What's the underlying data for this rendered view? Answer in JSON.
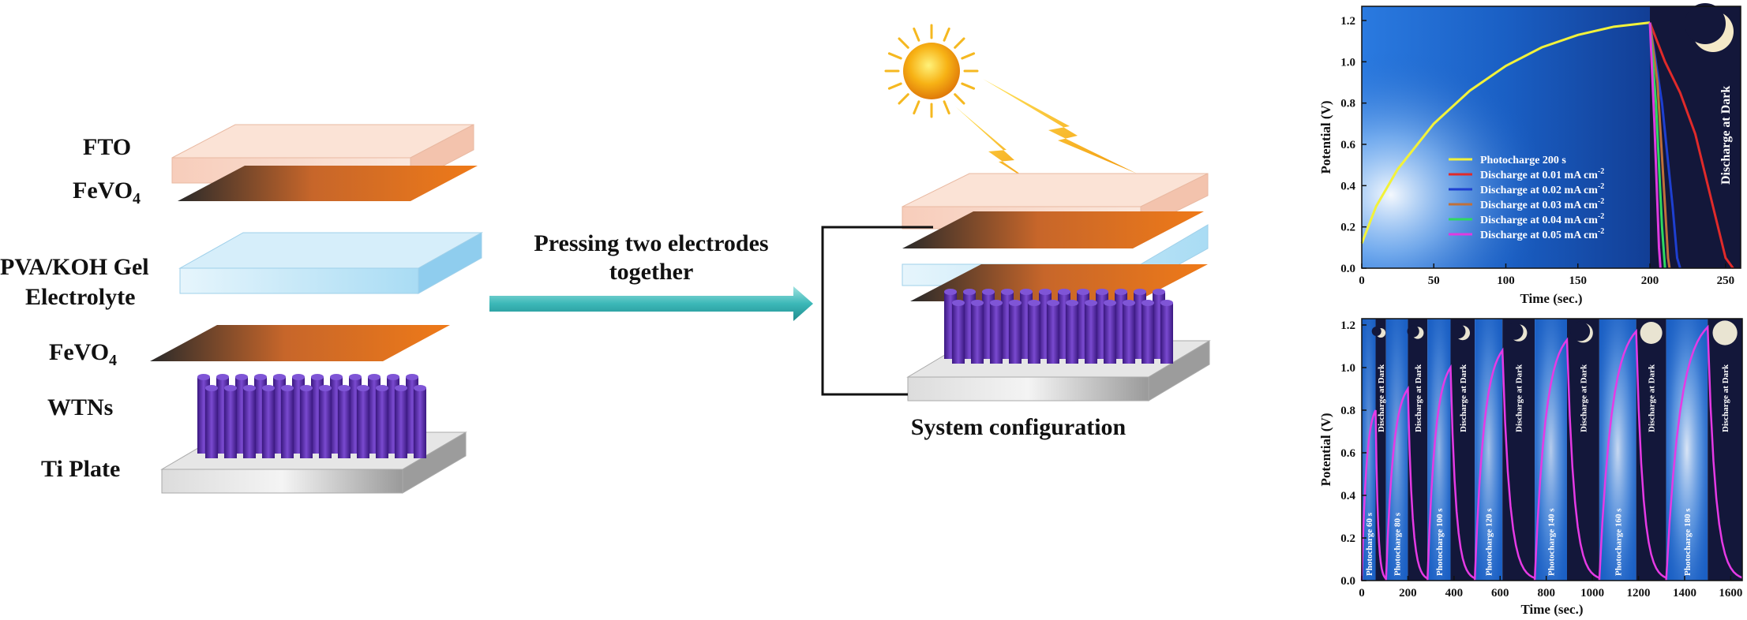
{
  "layers": {
    "fto": "FTO",
    "fevo4_top": "FeVO",
    "fevo4_top_sub": "4",
    "gel_line1": "PVA/KOH Gel",
    "gel_line2": "Electrolyte",
    "fevo4_bottom": "FeVO",
    "fevo4_bottom_sub": "4",
    "wtns": "WTNs",
    "ti_plate": "Ti Plate"
  },
  "arrow_caption": {
    "line1": "Pressing two electrodes",
    "line2": "together"
  },
  "system_caption": "System configuration",
  "colors": {
    "fto": "#f6d0c0",
    "fevo4": "#e8741f",
    "gel": "#bfe4f6",
    "wtns": "#5a2aa8",
    "ti": "#cfcfcf",
    "arrow": "#3cb8b8",
    "sun": "#f7b215",
    "sky": "#1a5fc4",
    "night": "#13173a"
  },
  "chart_data": [
    {
      "type": "line",
      "xlabel": "Time (sec.)",
      "ylabel": "Potential (V)",
      "xlim": [
        0,
        260
      ],
      "ylim": [
        0,
        1.2
      ],
      "xticks": [
        "0",
        "50",
        "100",
        "150",
        "200",
        "250"
      ],
      "yticks": [
        "0.0",
        "0.2",
        "0.4",
        "0.6",
        "0.8",
        "1.0",
        "1.2"
      ],
      "dark_label": "Discharge at Dark",
      "legend_placement": "lower-center",
      "series": [
        {
          "name": "Photocharge 200 s",
          "color": "#f2f23a",
          "x": [
            0,
            10,
            25,
            50,
            75,
            100,
            125,
            150,
            175,
            200
          ],
          "y": [
            0.12,
            0.3,
            0.48,
            0.7,
            0.86,
            0.98,
            1.07,
            1.13,
            1.17,
            1.19
          ]
        },
        {
          "name": "Discharge at 0.01 mA cm",
          "sup": "-2",
          "color": "#e02a2a",
          "x": [
            200,
            210,
            220,
            230,
            240,
            250,
            255
          ],
          "y": [
            1.19,
            1.0,
            0.85,
            0.65,
            0.35,
            0.05,
            0.0
          ]
        },
        {
          "name": "Discharge at 0.02 mA cm",
          "sup": "-2",
          "color": "#1e3fd0",
          "x": [
            200,
            208,
            215,
            218,
            220
          ],
          "y": [
            1.19,
            0.8,
            0.3,
            0.05,
            0.0
          ]
        },
        {
          "name": "Discharge at 0.03 mA cm",
          "sup": "-2",
          "color": "#c0703a",
          "x": [
            200,
            205,
            210,
            212,
            213
          ],
          "y": [
            1.19,
            0.9,
            0.3,
            0.05,
            0.0
          ]
        },
        {
          "name": "Discharge at 0.04 mA cm",
          "sup": "-2",
          "color": "#2ed860",
          "x": [
            200,
            204,
            208,
            210
          ],
          "y": [
            1.19,
            0.8,
            0.2,
            0.0
          ]
        },
        {
          "name": "Discharge at 0.05 mA cm",
          "sup": "-2",
          "color": "#e03ae0",
          "x": [
            200,
            203,
            206,
            207
          ],
          "y": [
            1.19,
            0.7,
            0.1,
            0.0
          ]
        }
      ]
    },
    {
      "type": "line",
      "xlabel": "Time (sec.)",
      "ylabel": "Potential (V)",
      "xlim": [
        0,
        1650
      ],
      "ylim": [
        0,
        1.2
      ],
      "xticks": [
        "0",
        "200",
        "400",
        "600",
        "800",
        "1000",
        "1200",
        "1400",
        "1600"
      ],
      "yticks": [
        "0.0",
        "0.2",
        "0.4",
        "0.6",
        "0.8",
        "1.0",
        "1.2"
      ],
      "line_color": "#e53ae5",
      "cycles": [
        {
          "charge_label": "Photocharge 60 s",
          "dark_label": "Discharge at Dark",
          "start": 0,
          "charge_end": 60,
          "end": 105,
          "peak": 0.8
        },
        {
          "charge_label": "Photocharge 80 s",
          "dark_label": "Discharge at Dark",
          "start": 105,
          "charge_end": 200,
          "end": 285,
          "peak": 0.9
        },
        {
          "charge_label": "Photocharge 100 s",
          "dark_label": "Discharge at Dark",
          "start": 285,
          "charge_end": 385,
          "end": 490,
          "peak": 1.0
        },
        {
          "charge_label": "Photocharge 120 s",
          "dark_label": "Discharge at Dark",
          "start": 490,
          "charge_end": 610,
          "end": 750,
          "peak": 1.08
        },
        {
          "charge_label": "Photocharge 140 s",
          "dark_label": "Discharge at Dark",
          "start": 750,
          "charge_end": 890,
          "end": 1030,
          "peak": 1.13
        },
        {
          "charge_label": "Photocharge 160 s",
          "dark_label": "Discharge at Dark",
          "start": 1030,
          "charge_end": 1190,
          "end": 1320,
          "peak": 1.17
        },
        {
          "charge_label": "Photocharge 180 s",
          "dark_label": "Discharge at Dark",
          "start": 1320,
          "charge_end": 1500,
          "end": 1650,
          "peak": 1.19
        }
      ]
    }
  ]
}
